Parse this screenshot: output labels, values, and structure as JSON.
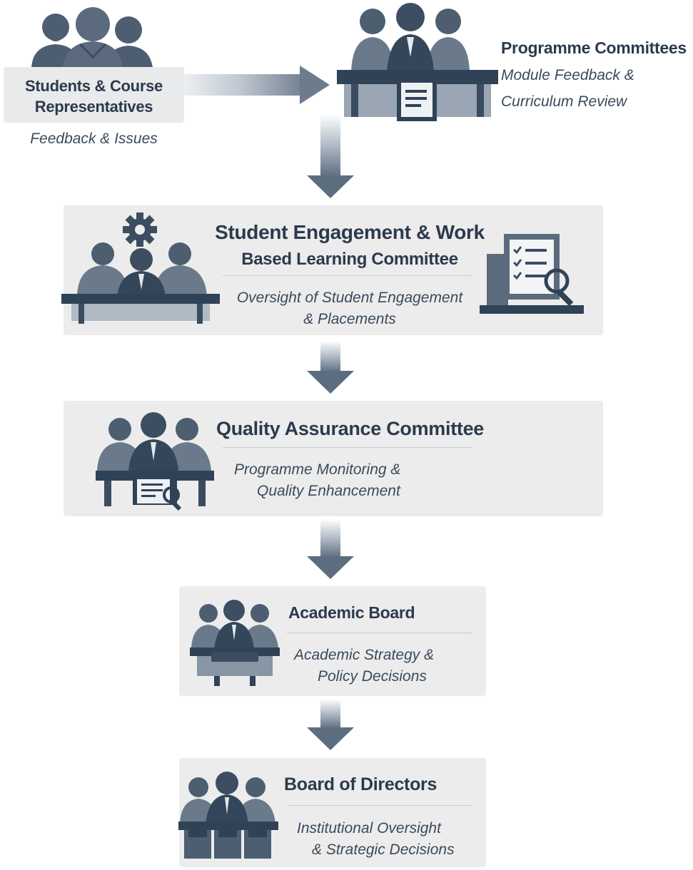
{
  "students": {
    "title_line1": "Students & Course",
    "title_line2": "Representatives",
    "subtitle": "Feedback & Issues"
  },
  "programme": {
    "title": "Programme Committees",
    "subtitle_line1": "Module Feedback &",
    "subtitle_line2": "Curriculum Review"
  },
  "engagement": {
    "title_line1": "Student Engagement & Work",
    "title_line2": "Based Learning Committee",
    "subtitle_line1": "Oversight of Student Engagement",
    "subtitle_line2": "& Placements"
  },
  "quality": {
    "title": "Quality Assurance Committee",
    "subtitle_line1": "Programme Monitoring &",
    "subtitle_line2": "Quality Enhancement"
  },
  "academic": {
    "title": "Academic Board",
    "subtitle_line1": "Academic Strategy &",
    "subtitle_line2": "Policy Decisions"
  },
  "directors": {
    "title": "Board of Directors",
    "subtitle_line1": "Institutional Oversight",
    "subtitle_line2": "& Strategic Decisions"
  },
  "colors": {
    "dark": "#2f4256",
    "mid": "#5b6b7d",
    "light": "#8a97a5",
    "panel": "#ececec"
  }
}
